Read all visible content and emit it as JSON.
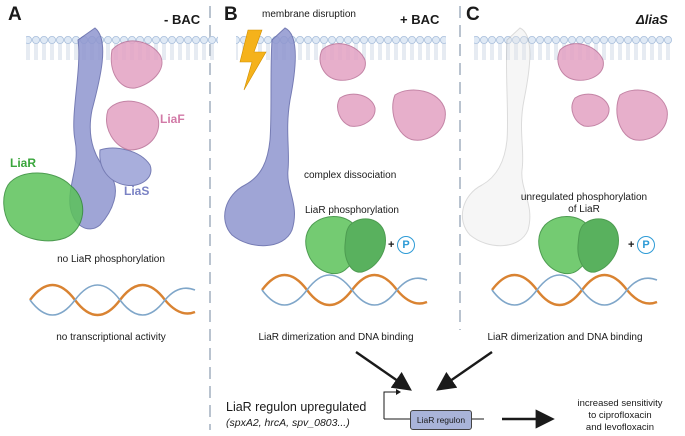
{
  "panels": [
    {
      "letter": "A",
      "condition": "- BAC"
    },
    {
      "letter": "B",
      "condition": "+ BAC"
    },
    {
      "letter": "C",
      "condition": "ΔliaS"
    }
  ],
  "labels": {
    "liaF": "LiaF",
    "liaR": "LiaR",
    "liaS": "LiaS",
    "membrane_disruption": "membrane disruption",
    "no_phos": "no LiaR phosphorylation",
    "no_tx": "no transcriptional activity",
    "complex_dissociation": "complex dissociation",
    "liar_phos": "LiaR phosphorylation",
    "dimerization_b": "LiaR dimerization and DNA binding",
    "unreg_phos_1": "unregulated phosphorylation",
    "unreg_phos_2": "of LiaR",
    "dimerization_c": "LiaR dimerization and DNA binding",
    "regulon_upregulated": "LiaR regulon upregulated",
    "regulon_genes": "(spxA2, hrcA, spv_0803...)",
    "regulon_box": "LiaR regulon",
    "sensitivity_1": "increased sensitivity",
    "sensitivity_2": "to ciprofloxacin",
    "sensitivity_3": "and levofloxacin",
    "phosphate": "P",
    "plus_b": "+",
    "plus_c": "+"
  },
  "colors": {
    "membrane_head": "#dfe9f5",
    "membrane_head_stroke": "#a9bfdc",
    "lias": "#8f96cf",
    "liaf": "#e3a2c3",
    "liar": "#5cc25a",
    "dna_orange": "#d98332",
    "dna_blue": "#7fa6c9",
    "phosphate": "#2e9bd6",
    "regulon_box": "#a9b4d9",
    "lightning": "#f5b21b",
    "divider": "#b9c3cf"
  }
}
